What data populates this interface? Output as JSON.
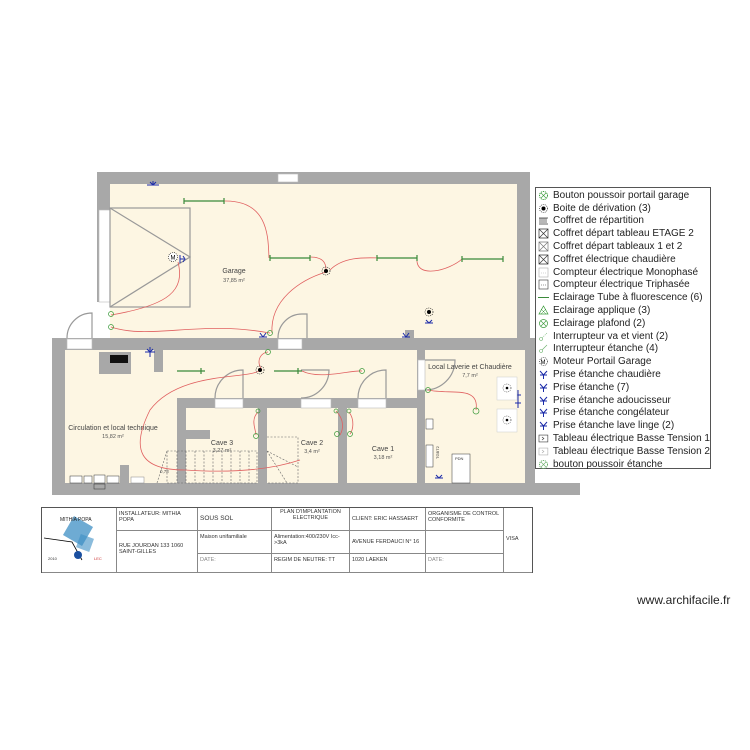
{
  "rooms": {
    "garage": {
      "name": "Garage",
      "area": "37,85 m²"
    },
    "circulation": {
      "name": "Circulation et local technique",
      "area": "15,82 m²"
    },
    "cave3": {
      "name": "Cave 3",
      "area": "3,27 m²"
    },
    "cave2": {
      "name": "Cave 2",
      "area": "3,4 m²"
    },
    "cave1": {
      "name": "Cave 1",
      "area": "3,18 m²"
    },
    "laverie": {
      "name": "Local Laverie et Chaudière",
      "area": "7,7 m²"
    }
  },
  "fixture_labels": {
    "stair_dim": "0,78",
    "box_label": "TGBT2",
    "panel_label": "PDN"
  },
  "legend": [
    {
      "label": "Bouton poussoir portail garage",
      "icon": "push-button-icon",
      "color": "#3a9a3a"
    },
    {
      "label": "Boite de dérivation (3)",
      "icon": "junction-box-icon",
      "color": "#000000"
    },
    {
      "label": "Coffret de répartition",
      "icon": "distribution-box-icon",
      "color": "#333333"
    },
    {
      "label": "Coffret départ tableau ETAGE 2",
      "icon": "hourglass-box-icon",
      "color": "#333333"
    },
    {
      "label": "Coffret départ tableaux 1 et 2",
      "icon": "hourglass-box-icon",
      "color": "#777777"
    },
    {
      "label": "Coffret électrique chaudière",
      "icon": "hourglass-box-icon",
      "color": "#333333"
    },
    {
      "label": "Compteur électrique Monophasé",
      "icon": "meter-icon",
      "color": "#aaaaaa"
    },
    {
      "label": "Compteur électrique Triphasée",
      "icon": "meter-icon",
      "color": "#333333"
    },
    {
      "label": "Eclairage Tube à fluorescence (6)",
      "icon": "tube-light-icon",
      "color": "#3a8a3a"
    },
    {
      "label": "Eclairage applique (3)",
      "icon": "wall-light-icon",
      "color": "#3a9a3a"
    },
    {
      "label": "Eclairage plafond (2)",
      "icon": "ceiling-light-icon",
      "color": "#3a9a3a"
    },
    {
      "label": "Interrupteur va et vient (2)",
      "icon": "two-way-switch-icon",
      "color": "#6ab06a"
    },
    {
      "label": "Interrupteur étanche  (4)",
      "icon": "waterproof-switch-icon",
      "color": "#6ab06a"
    },
    {
      "label": "Moteur Portail Garage",
      "icon": "motor-icon",
      "color": "#000000"
    },
    {
      "label": "Prise  étanche chaudière",
      "icon": "socket-icon",
      "color": "#1a2aa8"
    },
    {
      "label": "Prise étanche (7)",
      "icon": "socket-icon",
      "color": "#1a2aa8"
    },
    {
      "label": "Prise étanche adoucisseur",
      "icon": "socket-icon",
      "color": "#1a2aa8"
    },
    {
      "label": "Prise étanche congélateur",
      "icon": "socket-icon",
      "color": "#1a2aa8"
    },
    {
      "label": "Prise étanche lave linge (2)",
      "icon": "socket-icon",
      "color": "#1a2aa8"
    },
    {
      "label": "Tableau électrique Basse Tension 1",
      "icon": "panel-icon",
      "color": "#333333"
    },
    {
      "label": "Tableau électrique Basse Tension 2",
      "icon": "panel-icon",
      "color": "#aaaaaa"
    },
    {
      "label": "bouton poussoir étanche",
      "icon": "push-button-icon",
      "color": "#6ab06a"
    }
  ],
  "title_block": {
    "logo_text": "MITHIA POPA",
    "installer": "INSTALLATEUR: MITHIA POPA",
    "installer_address": "RUE JOURDAN 133 1060 SAINT-GILLES",
    "level": "SOUS SOL",
    "building_type": "Maison unifamiliale",
    "date1": "DATE:",
    "plan_title": "PLAN D'IMPLANTATION ELECTRIQUE",
    "supply": "Alimentation:400/230V Icc->3kA",
    "neutral": "REGIM DE NEUTRE: TT",
    "client": "CLIENT: ERIC HASSAERT",
    "client_street": "AVENUE FERDAUCI N° 16",
    "client_city": "1020 LAEKEN",
    "control_body": "ORGANISME DE CONTROL CONFORMITE",
    "date2": "DATE:",
    "visa": "VISA"
  },
  "watermark": "www.archifacile.fr",
  "colors": {
    "wall": "#a8a8a8",
    "floor": "#fdf6e3",
    "wire": "#e06060",
    "light": "#3a8a3a",
    "socket": "#1a2aa8"
  }
}
